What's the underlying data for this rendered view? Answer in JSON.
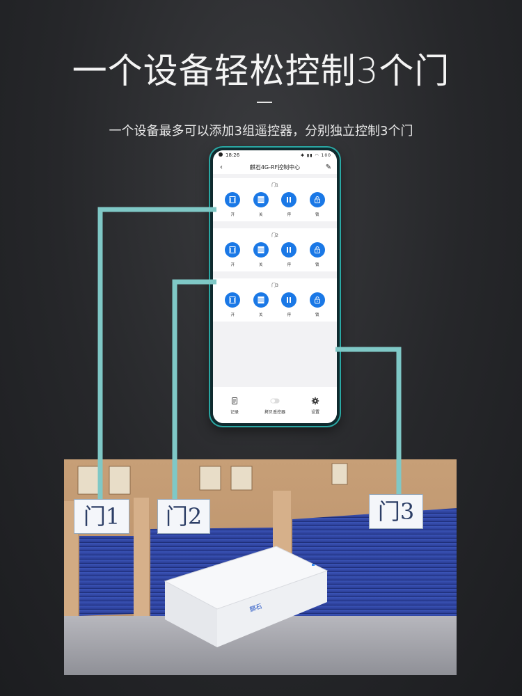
{
  "header": {
    "title": "一个设备轻松控制3个门",
    "subtitle": "一个设备最多可以添加3组遥控器，分别独立控制3个门"
  },
  "phone": {
    "status_time": "18:26",
    "status_icons": "✱ ▮▮ ◠ 100",
    "app_title": "麒石4G-RF控制中心",
    "doors": [
      {
        "title": "门1",
        "buttons": [
          {
            "label": "开",
            "icon": "door-open-icon"
          },
          {
            "label": "关",
            "icon": "door-closed-icon"
          },
          {
            "label": "停",
            "icon": "pause-icon"
          },
          {
            "label": "锁",
            "icon": "lock-icon"
          }
        ]
      },
      {
        "title": "门2",
        "buttons": [
          {
            "label": "开",
            "icon": "door-open-icon"
          },
          {
            "label": "关",
            "icon": "door-closed-icon"
          },
          {
            "label": "停",
            "icon": "pause-icon"
          },
          {
            "label": "锁",
            "icon": "lock-icon"
          }
        ]
      },
      {
        "title": "门3",
        "buttons": [
          {
            "label": "开",
            "icon": "door-open-icon"
          },
          {
            "label": "关",
            "icon": "door-closed-icon"
          },
          {
            "label": "停",
            "icon": "pause-icon"
          },
          {
            "label": "锁",
            "icon": "lock-icon"
          }
        ]
      }
    ],
    "bottom_nav": [
      {
        "label": "记录",
        "icon": "record-icon"
      },
      {
        "label": "拷贝遥控器",
        "icon": "toggle-icon"
      },
      {
        "label": "设置",
        "icon": "settings-icon"
      }
    ]
  },
  "photo": {
    "labels": [
      "门1",
      "门2",
      "门3"
    ],
    "device_brand": "麒石"
  },
  "colors": {
    "accent_blue": "#1a78e6",
    "connector_teal": "#7fc8c6",
    "label_text": "#2c3e66"
  }
}
